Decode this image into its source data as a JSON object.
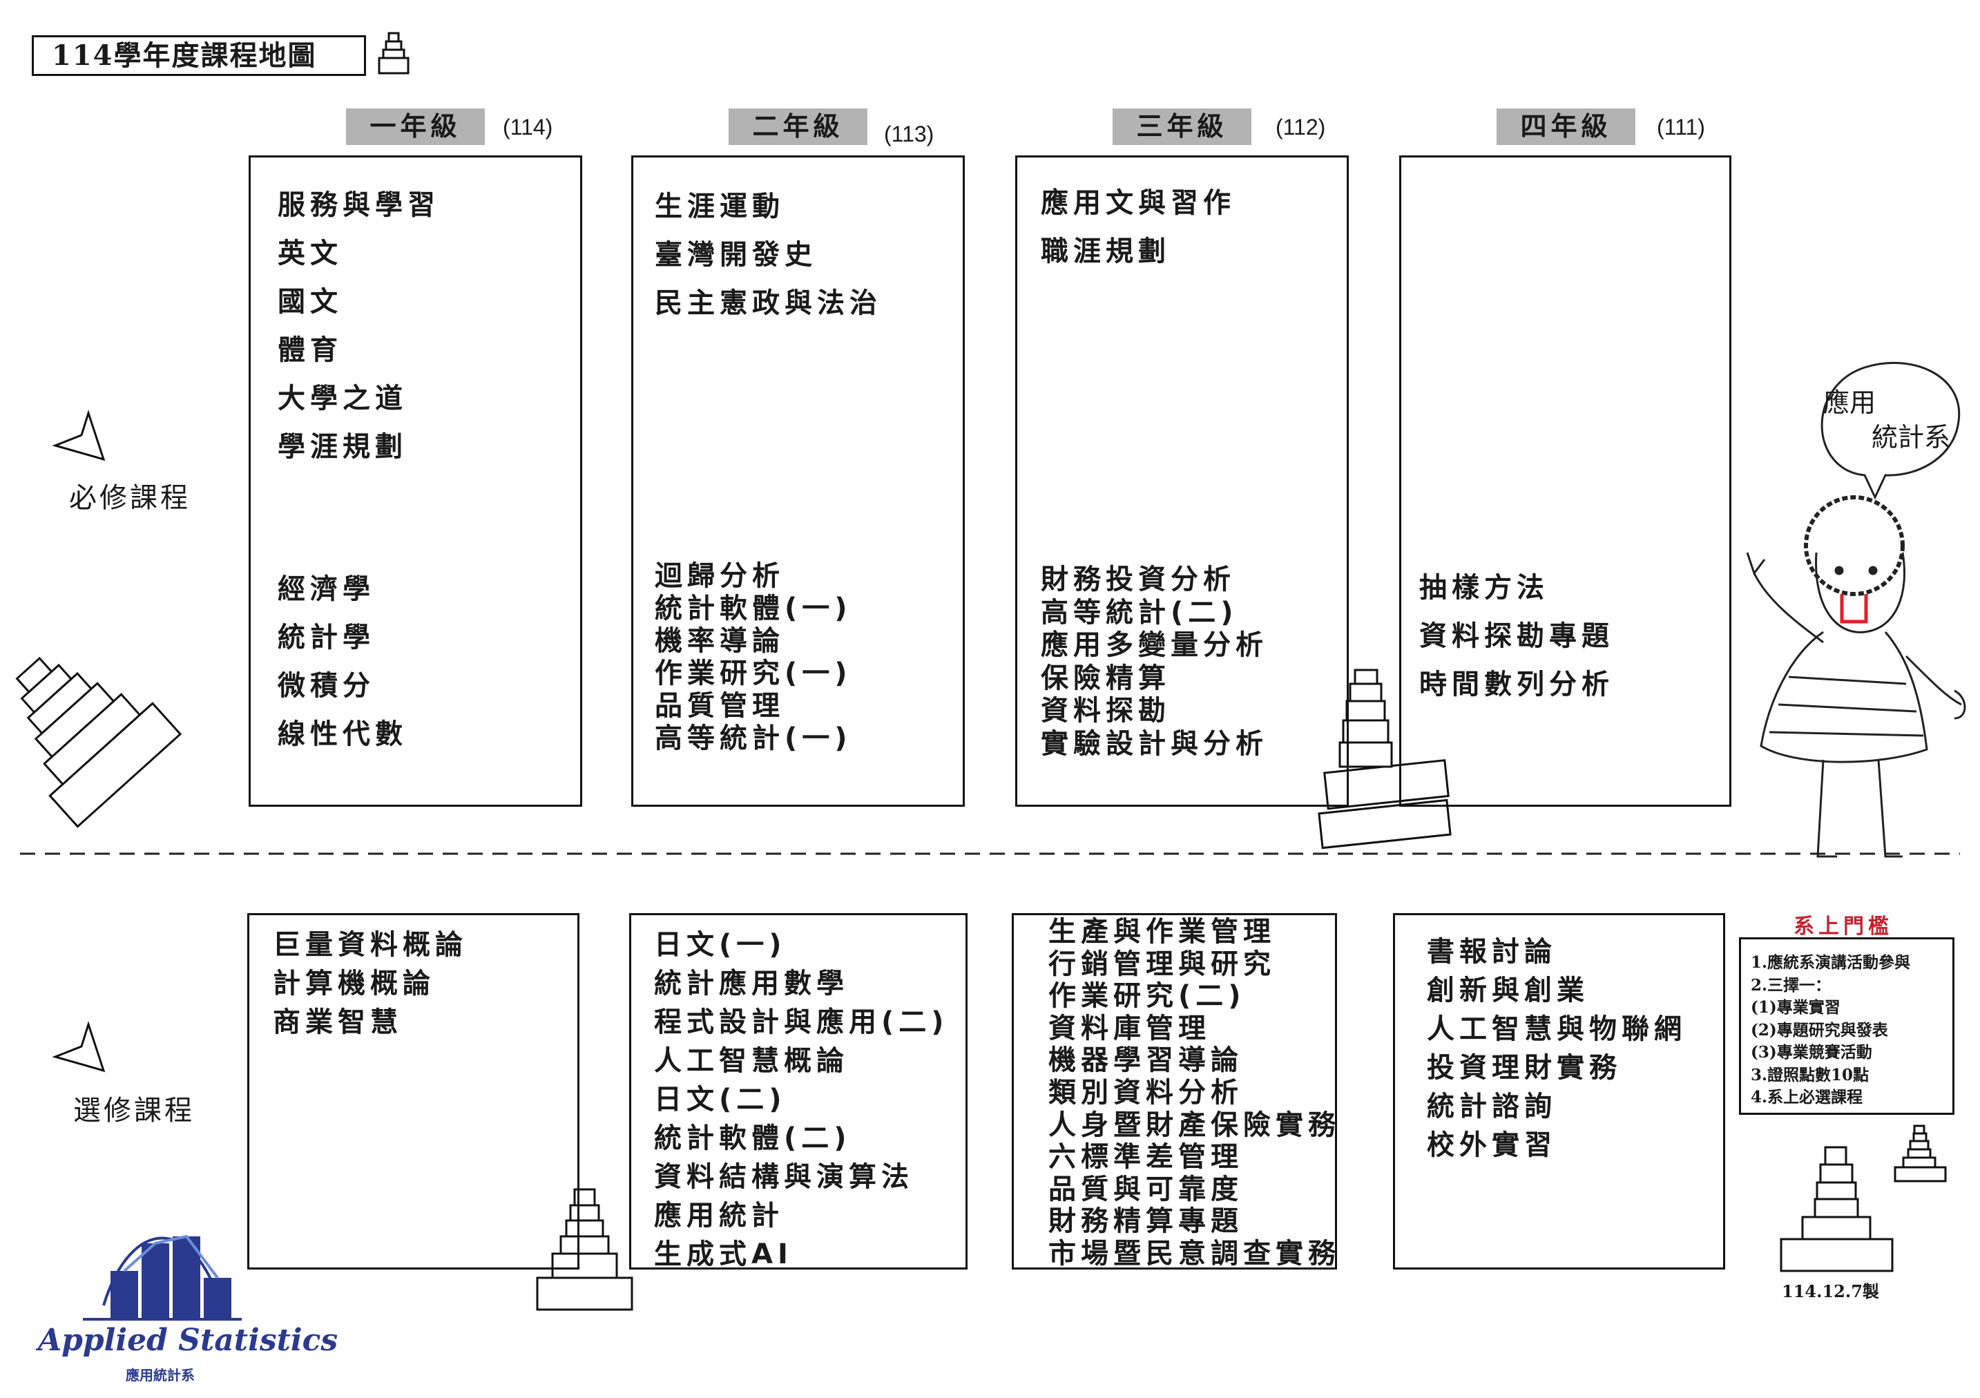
{
  "title": "114學年度課程地圖",
  "grades": [
    {
      "label": "一年級",
      "year": "(114)"
    },
    {
      "label": "二年級",
      "year": "(113)"
    },
    {
      "label": "三年級",
      "year": "(112)"
    },
    {
      "label": "四年級",
      "year": "(111)"
    }
  ],
  "required": {
    "label": "必修課程",
    "columns": [
      {
        "upper": [
          "服務與學習",
          "英文",
          "國文",
          "體育",
          "大學之道",
          "學涯規劃"
        ],
        "lower": [
          "經濟學",
          "統計學",
          "微積分",
          "線性代數"
        ]
      },
      {
        "upper": [
          "生涯運動",
          "臺灣開發史",
          "民主憲政與法治"
        ],
        "lower": [
          "迴歸分析",
          "統計軟體(一)",
          "機率導論",
          "作業研究(一)",
          "品質管理",
          "高等統計(一)"
        ]
      },
      {
        "upper": [
          "應用文與習作",
          "職涯規劃"
        ],
        "lower": [
          "財務投資分析",
          "高等統計(二)",
          "應用多變量分析",
          "保險精算",
          "資料探勘",
          "實驗設計與分析"
        ]
      },
      {
        "upper": [],
        "lower": [
          "抽樣方法",
          "資料探勘專題",
          "時間數列分析"
        ]
      }
    ]
  },
  "elective": {
    "label": "選修課程",
    "columns": [
      [
        "巨量資料概論",
        "計算機概論",
        "商業智慧"
      ],
      [
        "日文(一)",
        "統計應用數學",
        "程式設計與應用(二)",
        "人工智慧概論",
        "日文(二)",
        "統計軟體(二)",
        "資料結構與演算法",
        "應用統計",
        "生成式AI"
      ],
      [
        "生產與作業管理",
        "行銷管理與研究",
        "作業研究(二)",
        "資料庫管理",
        "機器學習導論",
        "類別資料分析",
        "人身暨財產保險實務",
        "六標準差管理",
        "品質與可靠度",
        "財務精算專題",
        "市場暨民意調查實務"
      ],
      [
        "書報討論",
        "創新與創業",
        "人工智慧與物聯網",
        "投資理財實務",
        "統計諮詢",
        "校外實習"
      ]
    ]
  },
  "threshold": {
    "title": "系上門檻",
    "items": [
      "1.應統系演講活動參與",
      "2.三擇一：",
      "(1)專業實習",
      "(2)專題研究與發表",
      "(3)專業競賽活動",
      "3.證照點數10點",
      "4.系上必選課程"
    ]
  },
  "date": "114.12.7製",
  "bubble": {
    "line1": "應用",
    "line2": "統計系"
  },
  "logo": {
    "text": "Applied Statistics",
    "subtext": "應用統計系"
  },
  "colors": {
    "accent_red": "#c8202e",
    "grade_bg": "#b3b3b3",
    "logo_blue": "#2b3a8f"
  }
}
